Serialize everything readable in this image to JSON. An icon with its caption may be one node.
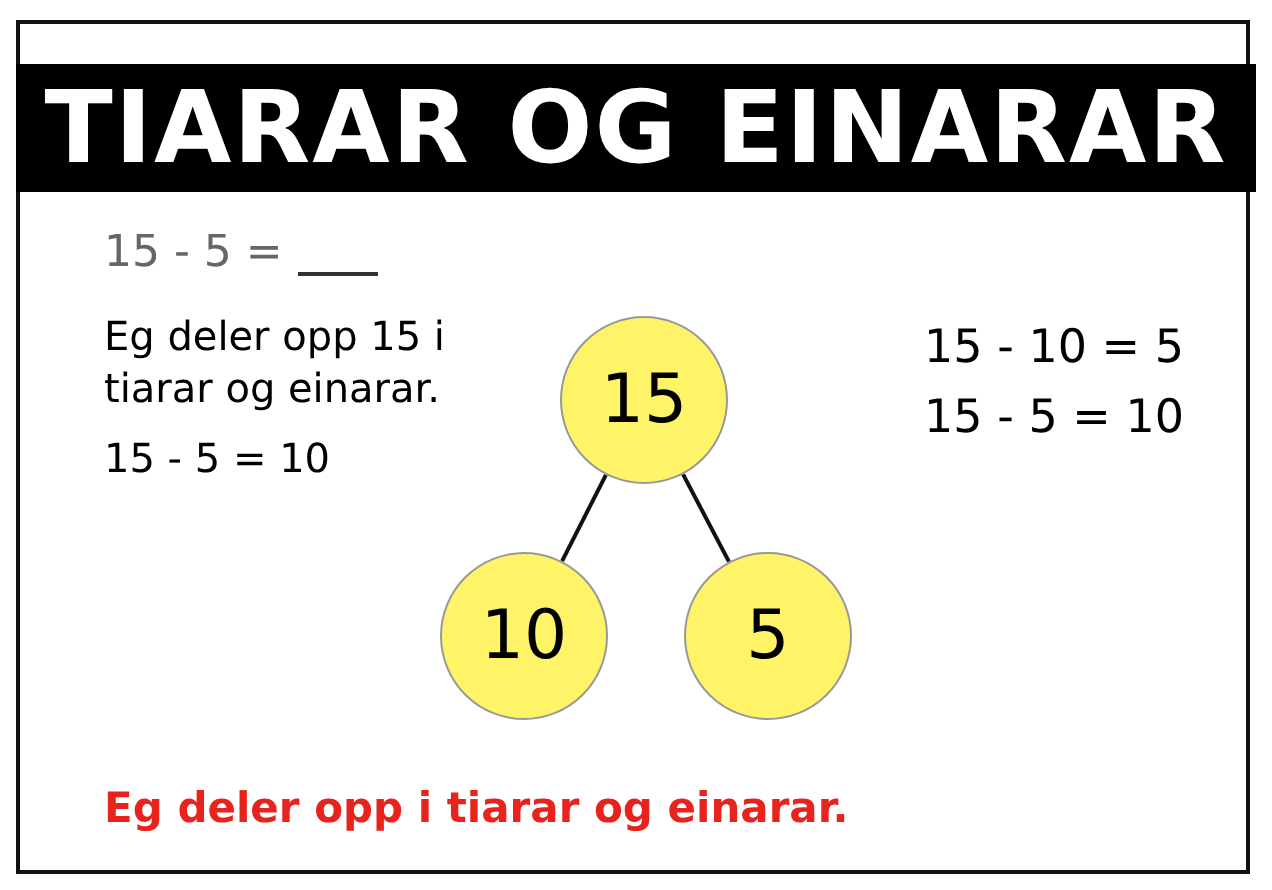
{
  "diagram": {
    "title": "TIARAR OG EINARAR",
    "nodes": [
      {
        "text": [
          "15"
        ]
      },
      {
        "text": [
          "10"
        ]
      },
      {
        "text": [
          "5"
        ]
      }
    ],
    "edges": [
      {
        "from": 0,
        "to": 1,
        "arrow": "none"
      },
      {
        "from": 0,
        "to": 2,
        "arrow": "none"
      }
    ],
    "labels": [
      "15 - 5 =",
      "Eg deler opp 15 i tiarar og einarar.",
      "15 - 5 = 10",
      "15 - 10 = 5",
      "15 - 5 = 10"
    ],
    "caption": "Eg deler opp i tiarar og einarar."
  }
}
